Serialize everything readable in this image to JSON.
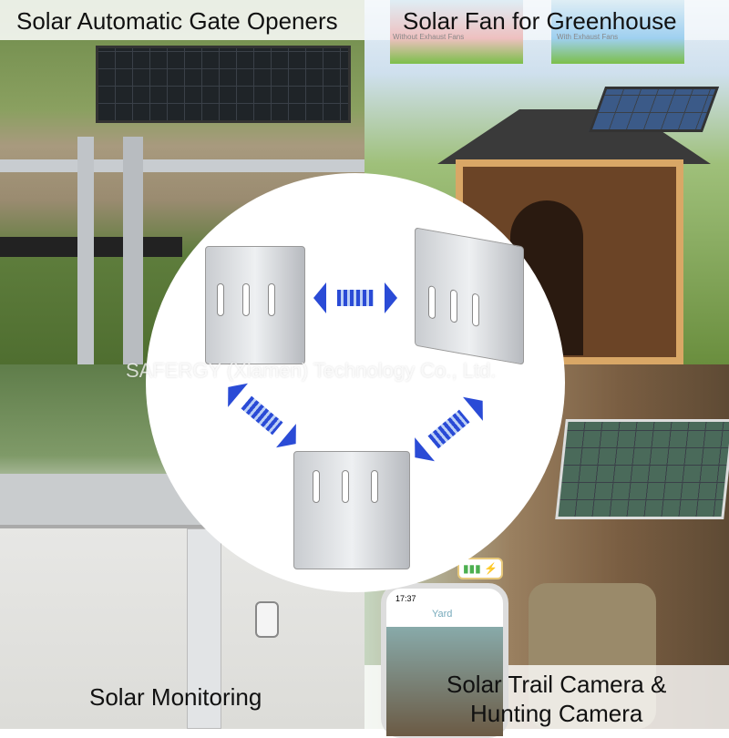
{
  "quadrants": [
    {
      "title": "Solar Automatic Gate Openers"
    },
    {
      "title": "Solar Fan for Greenhouse",
      "sub_left": "Without Exhaust Fans",
      "sub_right": "With Exhaust Fans"
    },
    {
      "title": "Solar Monitoring"
    },
    {
      "title": "Solar Trail Camera & Hunting Camera",
      "title_line1": "Solar Trail Camera &",
      "title_line2": "Hunting Camera",
      "phone": {
        "time": "17:37",
        "screen_title": "Yard"
      }
    }
  ],
  "watermark": "SAFERGY (Xiamen) Technology Co., Ltd.",
  "colors": {
    "arrow": "#2a4bd6",
    "bracket": "#d0d3d6"
  }
}
